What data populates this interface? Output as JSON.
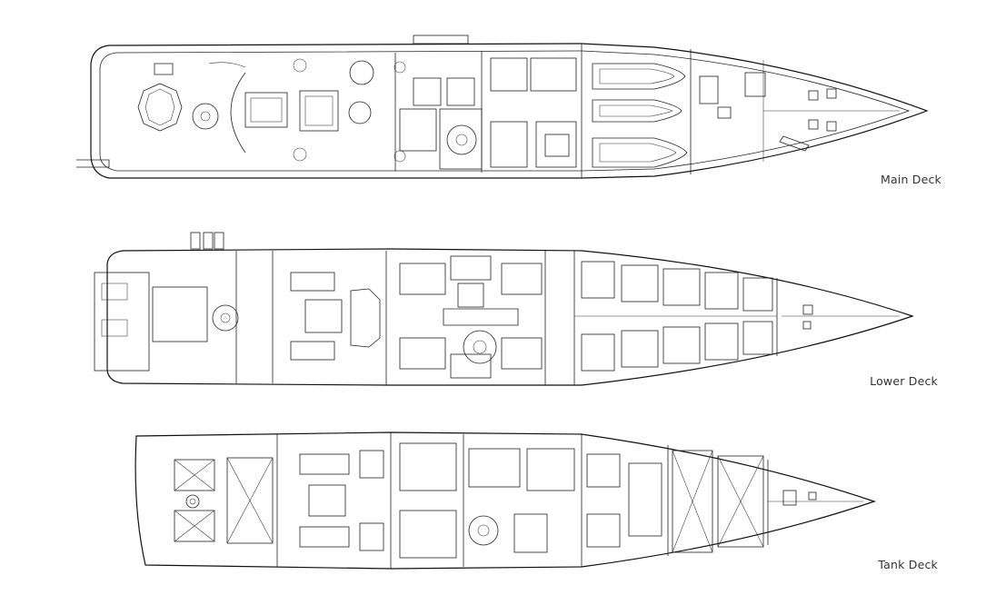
{
  "decks": {
    "main": {
      "label": "Main Deck"
    },
    "lower": {
      "label": "Lower Deck"
    },
    "tank": {
      "label": "Tank Deck"
    }
  },
  "colors": {
    "line": "#222222",
    "background": "#ffffff",
    "label": "#333333"
  }
}
